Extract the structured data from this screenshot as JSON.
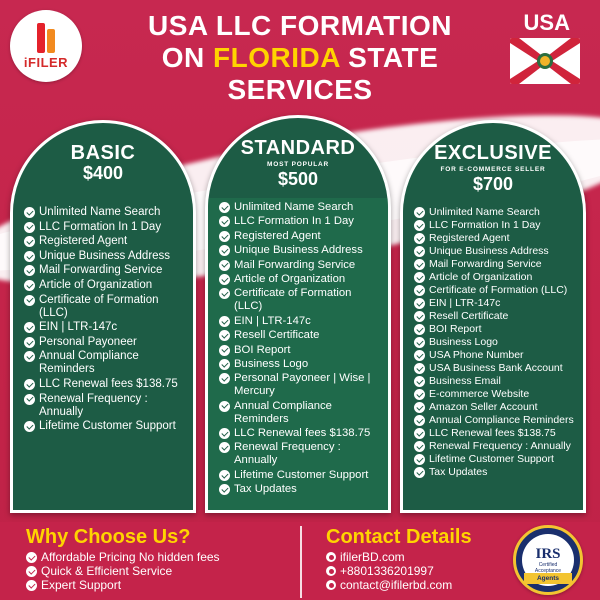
{
  "brand": {
    "logo_text": "iFILER"
  },
  "header": {
    "title_line1": "USA LLC FORMATION",
    "title_on": "ON",
    "title_highlight": "FLORIDA",
    "title_state": "STATE",
    "title_line3": "SERVICES",
    "country_label": "USA"
  },
  "colors": {
    "background": "#c4234a",
    "card": "#1d5c45",
    "accent": "#ffd400",
    "text": "#ffffff"
  },
  "plans": [
    {
      "name": "BASIC",
      "subtitle": "",
      "price": "$400",
      "features": [
        "Unlimited Name Search",
        "LLC Formation In 1 Day",
        "Registered Agent",
        "Unique Business Address",
        "Mail Forwarding Service",
        "Article of Organization",
        "Certificate of Formation (LLC)",
        "EIN | LTR-147c",
        "Personal Payoneer",
        "Annual Compliance Reminders",
        "LLC Renewal fees $138.75",
        "Renewal Frequency : Annually",
        "Lifetime Customer Support"
      ]
    },
    {
      "name": "STANDARD",
      "subtitle": "MOST POPULAR",
      "price": "$500",
      "features": [
        "Unlimited Name Search",
        "LLC Formation In 1 Day",
        "Registered Agent",
        "Unique Business Address",
        "Mail Forwarding Service",
        "Article of Organization",
        "Certificate of Formation (LLC)",
        "EIN | LTR-147c",
        "Resell Certificate",
        "BOI Report",
        "Business Logo",
        "Personal Payoneer | Wise | Mercury",
        "Annual Compliance Reminders",
        "LLC Renewal fees $138.75",
        "Renewal Frequency : Annually",
        "Lifetime Customer Support",
        "Tax Updates"
      ]
    },
    {
      "name": "EXCLUSIVE",
      "subtitle": "FOR E-COMMERCE SELLER",
      "price": "$700",
      "features": [
        "Unlimited Name Search",
        "LLC Formation In 1 Day",
        "Registered Agent",
        "Unique Business Address",
        "Mail Forwarding Service",
        "Article of Organization",
        "Certificate of Formation (LLC)",
        "EIN | LTR-147c",
        "Resell Certificate",
        "BOI Report",
        "Business Logo",
        "USA Phone Number",
        "USA Business Bank Account",
        "Business Email",
        "E-commerce Website",
        "Amazon Seller Account",
        "Annual Compliance Reminders",
        "LLC Renewal fees $138.75",
        "Renewal Frequency : Annually",
        "Lifetime Customer Support",
        "Tax Updates"
      ]
    }
  ],
  "why": {
    "title": "Why Choose Us?",
    "items": [
      "Affordable Pricing No hidden fees",
      "Quick & Efficient Service",
      "Expert Support"
    ]
  },
  "contact": {
    "title": "Contact Details",
    "items": [
      {
        "icon": "globe-icon",
        "text": "ifilerBD.com"
      },
      {
        "icon": "whatsapp-icon",
        "text": "+8801336201997"
      },
      {
        "icon": "send-icon",
        "text": "contact@ifilerbd.com"
      }
    ]
  },
  "badge": {
    "logo": "IRS",
    "line1": "Certified",
    "line2": "Acceptance",
    "ribbon": "Agents"
  }
}
